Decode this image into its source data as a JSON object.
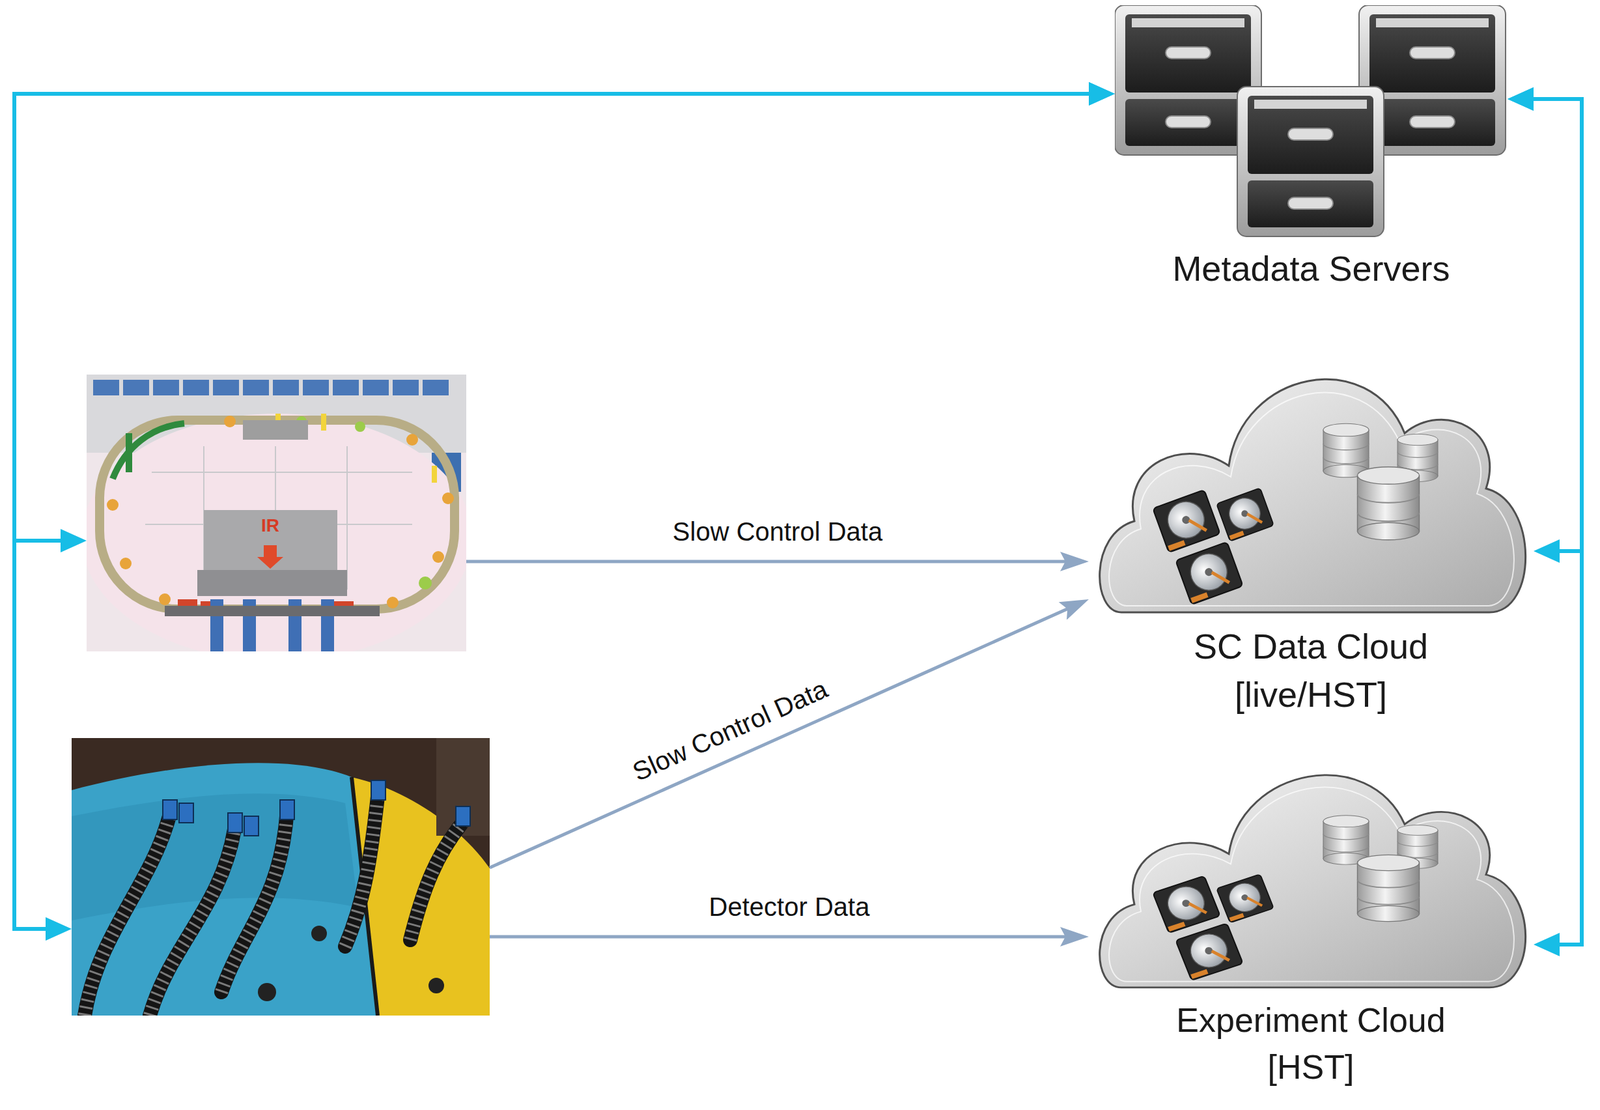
{
  "diagram": {
    "nodes": [
      {
        "text": [
          "Metadata Servers"
        ]
      },
      {
        "text": [
          "IR"
        ]
      },
      {
        "text": [
          "SC Data Cloud [live/HST]"
        ]
      },
      {
        "text": []
      },
      {
        "text": [
          "Experiment Cloud [HST]"
        ]
      }
    ],
    "edges": [
      {
        "from": 1,
        "to": 2,
        "arrow": "to",
        "label": "Slow Control Data"
      },
      {
        "from": 3,
        "to": 2,
        "arrow": "to",
        "label": "Slow Control Data"
      },
      {
        "from": 3,
        "to": 4,
        "arrow": "to",
        "label": "Detector Data"
      },
      {
        "from": 0,
        "to": 1,
        "arrow": "both"
      },
      {
        "from": 0,
        "to": 3,
        "arrow": "both"
      },
      {
        "from": 0,
        "to": 2,
        "arrow": "both"
      },
      {
        "from": 0,
        "to": 4,
        "arrow": "both"
      }
    ]
  }
}
